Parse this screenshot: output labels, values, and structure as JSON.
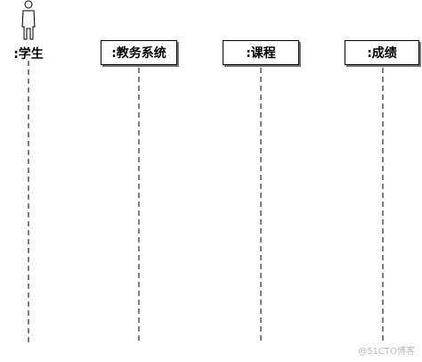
{
  "actor": {
    "label": ":学生",
    "icon": "actor-stick-figure-icon"
  },
  "objects": [
    {
      "label": ":教务系统"
    },
    {
      "label": ":课程"
    },
    {
      "label": ":成绩"
    }
  ],
  "watermark": "@51CTO博客",
  "colors": {
    "line": "#000000",
    "shadow": "#777777",
    "watermark": "#b8b8b8"
  }
}
